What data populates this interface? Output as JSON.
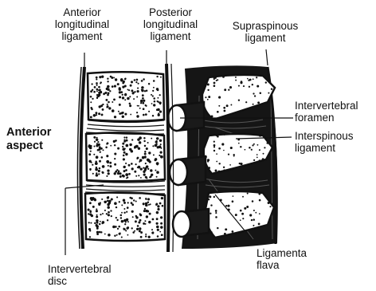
{
  "labels": {
    "anterior_longitudinal": [
      "Anterior",
      "longitudinal",
      "ligament"
    ],
    "posterior_longitudinal": [
      "Posterior",
      "longitudinal",
      "ligament"
    ],
    "supraspinous": [
      "Supraspinous",
      "ligament"
    ],
    "anterior_aspect": [
      "Anterior",
      "aspect"
    ],
    "intervertebral_foramen": [
      "Intervertebral",
      "foramen"
    ],
    "interspinous": [
      "Interspinous",
      "ligament"
    ],
    "ligamenta_flava": [
      "Ligamenta",
      "flava"
    ],
    "intervertebral_disc": [
      "Intervertebral",
      "disc"
    ]
  },
  "colors": {
    "ink": "#111111",
    "bone": "#ffffff",
    "background": "#ffffff"
  }
}
